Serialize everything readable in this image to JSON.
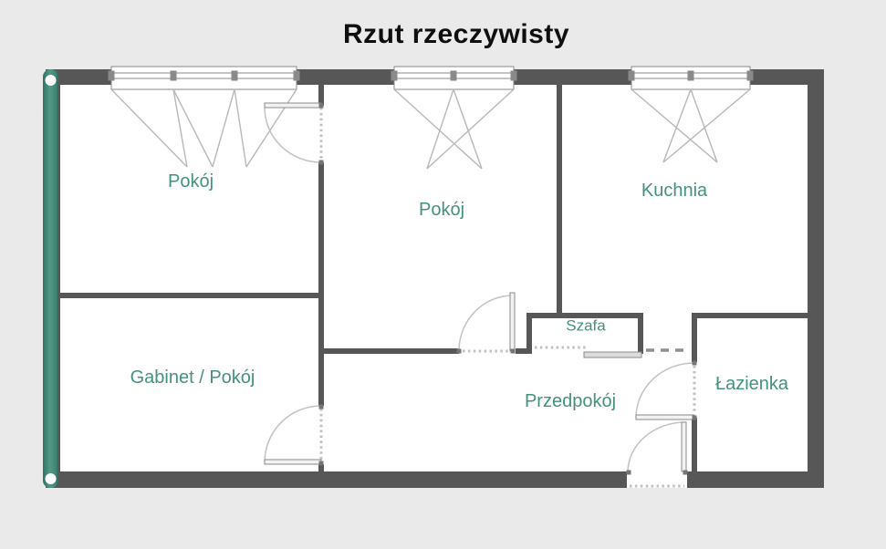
{
  "title": "Rzut rzeczywisty",
  "rooms": [
    {
      "id": "pokoj-1",
      "label": "Pokój"
    },
    {
      "id": "pokoj-2",
      "label": "Pokój"
    },
    {
      "id": "kuchnia",
      "label": "Kuchnia"
    },
    {
      "id": "gabinet",
      "label": "Gabinet / Pokój"
    },
    {
      "id": "szafa",
      "label": "Szafa"
    },
    {
      "id": "przedpokoj",
      "label": "Przedpokój"
    },
    {
      "id": "lazienka",
      "label": "Łazienka"
    }
  ],
  "colors": {
    "background": "#eaeaea",
    "interior": "#ffffff",
    "wall": "#575757",
    "accent_wall": "#3f8d7d",
    "room_label": "#44917f",
    "door_symbol": "#c2c2c2"
  }
}
